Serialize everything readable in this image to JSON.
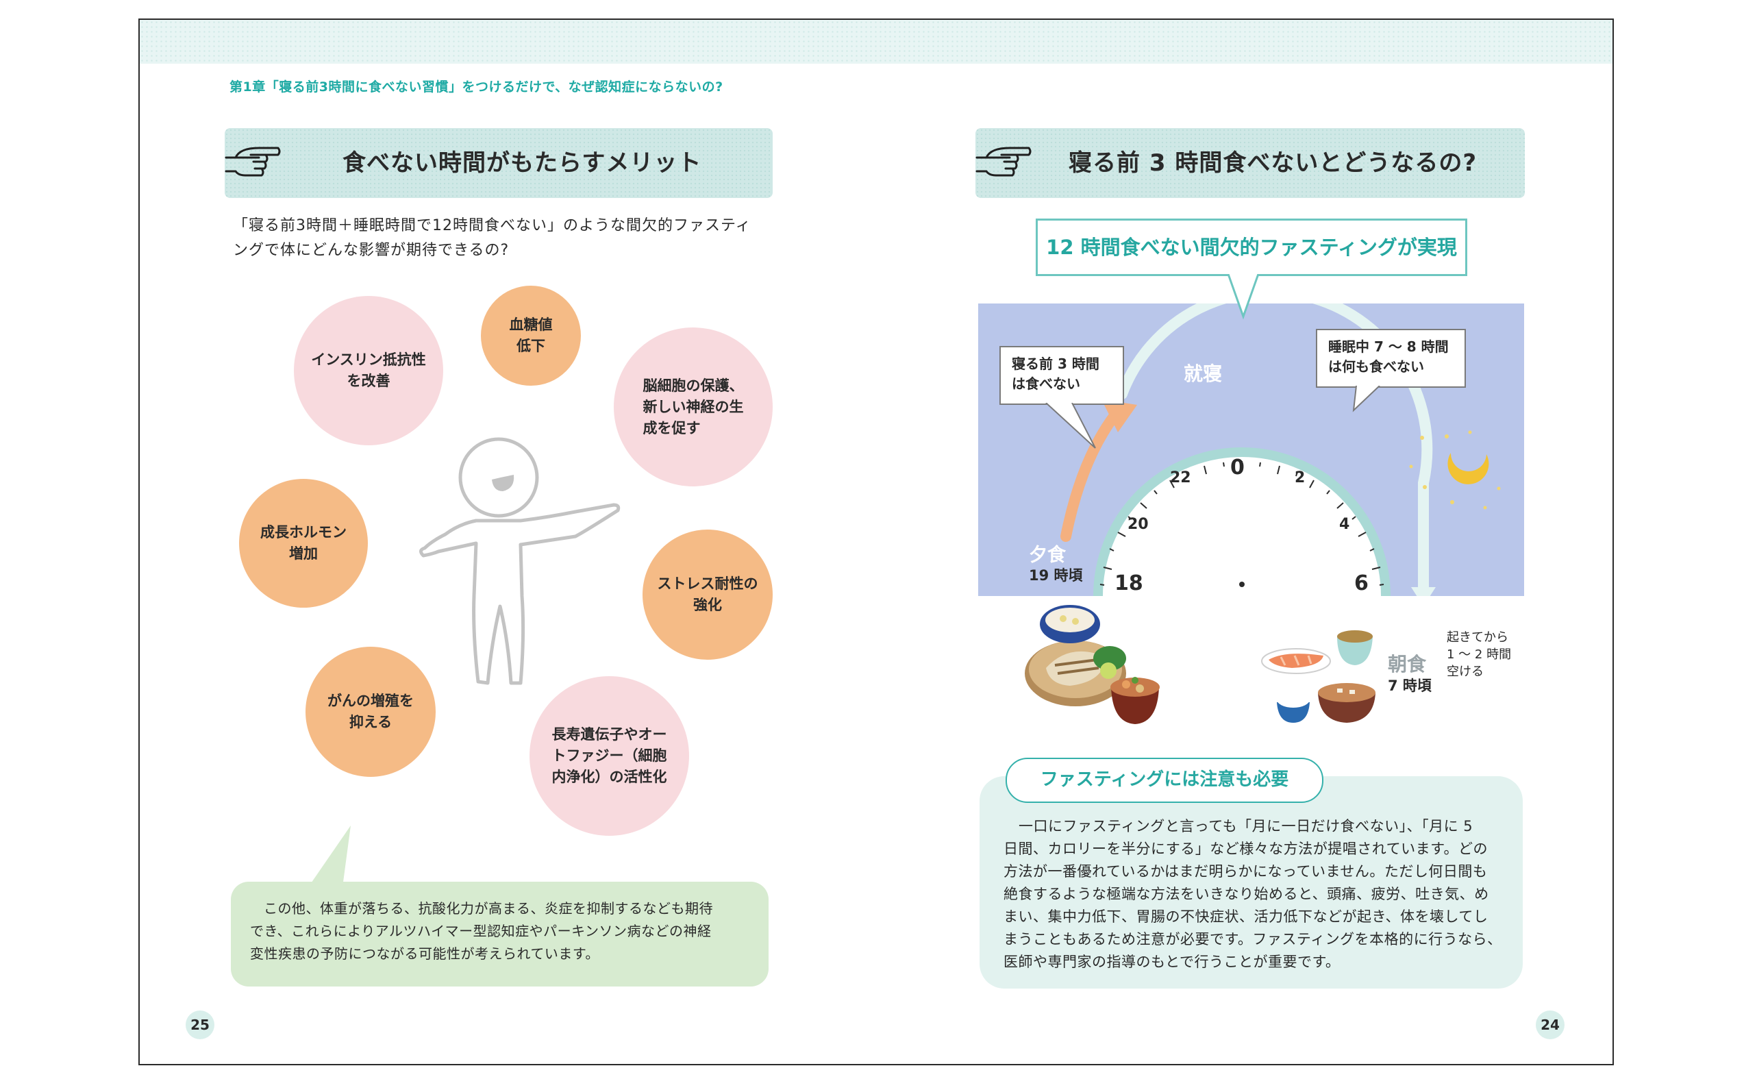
{
  "chapter_header": "第1章「寝る前3時間に食べない習慣」をつけるだけで、なぜ認知症にならないの?",
  "left": {
    "section_title": "食べない時間がもたらすメリット",
    "intro_lines": [
      "「寝る前3時間＋睡眠時間で12時間食べない」のような間欠的ファスティ",
      "ングで体にどんな影響が期待できるの?"
    ],
    "benefits": [
      {
        "lines": [
          "インスリン抵抗性",
          "を改善"
        ],
        "color": "pink"
      },
      {
        "lines": [
          "血糖値",
          "低下"
        ],
        "color": "orange"
      },
      {
        "lines": [
          "脳細胞の保護、",
          "新しい神経の生",
          "成を促す"
        ],
        "color": "pink"
      },
      {
        "lines": [
          "成長ホルモン",
          "増加"
        ],
        "color": "orange"
      },
      {
        "lines": [
          "ストレス耐性の",
          "強化"
        ],
        "color": "orange"
      },
      {
        "lines": [
          "がんの増殖を",
          "抑える"
        ],
        "color": "orange"
      },
      {
        "lines": [
          "長寿遺伝子やオー",
          "トファジー（細胞",
          "内浄化）の活性化"
        ],
        "color": "pink"
      }
    ],
    "note_lines": [
      "この他、体重が落ちる、抗酸化力が高まる、炎症を抑制するなども期待",
      "でき、これらによりアルツハイマー型認知症やパーキンソン病などの神経",
      "変性疾患の予防につながる可能性が考えられています。"
    ],
    "page_number": "25"
  },
  "right": {
    "section_title": "寝る前 3 時間食べないとどうなるの?",
    "headline": "12 時間食べない間欠的ファスティングが実現",
    "callout_before": [
      "寝る前 3 時間",
      "は食べない"
    ],
    "callout_sleep": [
      "睡眠中 7 ～ 8 時間",
      "は何も食べない"
    ],
    "bedtime_label": "就寝",
    "dinner_label": "夕食",
    "dinner_time": "19 時頃",
    "breakfast_label": "朝食",
    "breakfast_time": "7 時頃",
    "after_wake_note": [
      "起きてから",
      "1 ～ 2 時間",
      "空ける"
    ],
    "clock_numbers": {
      "n0": "0",
      "n2": "2",
      "n4": "4",
      "n6": "6",
      "n18": "18",
      "n20": "20",
      "n22": "22"
    },
    "caution_title": "ファスティングには注意も必要",
    "caution_lines": [
      "一口にファスティングと言っても「月に一日だけ食べない」、「月に 5",
      "日間、カロリーを半分にする」など様々な方法が提唱されています。どの",
      "方法が一番優れているかはまだ明らかになっていません。ただし何日間も",
      "絶食するような極端な方法をいきなり始めると、頭痛、疲労、吐き気、め",
      "まい、集中力低下、胃腸の不快症状、活力低下などが起き、体を壊してし",
      "まうこともあるため注意が必要です。ファスティングを本格的に行うなら、",
      "医師や専門家の指導のもとで行うことが重要です。"
    ],
    "page_number": "24"
  }
}
